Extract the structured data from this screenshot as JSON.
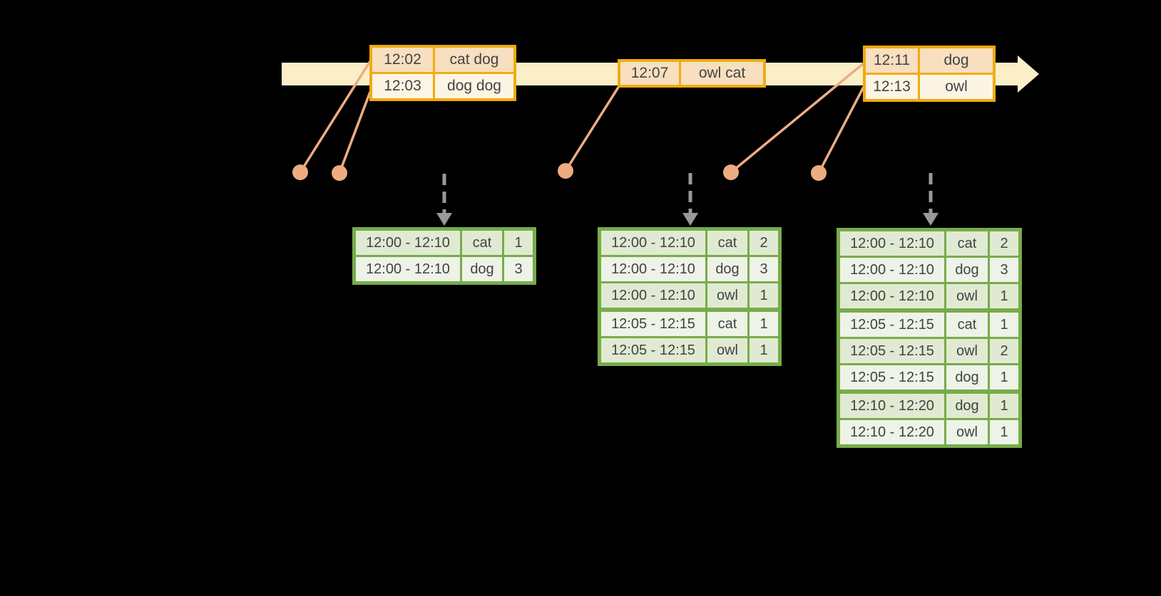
{
  "colors": {
    "timeline_band": "#FBEFC8",
    "table_border_gold": "#F1AB11",
    "row_peach": "#F8DFBF",
    "row_cream": "#FDF5E3",
    "connector": "#EEAC81",
    "trigger_arrow": "#97999B",
    "green_border": "#77AC4A",
    "green_row_dark": "#E0EAD2",
    "green_row_light": "#EEF3E8",
    "text": "#424245"
  },
  "event_tables": [
    {
      "rows": [
        {
          "time": "12:02",
          "words": "cat dog"
        },
        {
          "time": "12:03",
          "words": "dog dog"
        }
      ]
    },
    {
      "rows": [
        {
          "time": "12:07",
          "words": "owl cat"
        }
      ]
    },
    {
      "rows": [
        {
          "time": "12:11",
          "words": "dog"
        },
        {
          "time": "12:13",
          "words": "owl"
        }
      ]
    }
  ],
  "result_tables": [
    {
      "rows": [
        {
          "window": "12:00 - 12:10",
          "word": "cat",
          "count": "1"
        },
        {
          "window": "12:00 - 12:10",
          "word": "dog",
          "count": "3"
        }
      ]
    },
    {
      "rows": [
        {
          "window": "12:00 - 12:10",
          "word": "cat",
          "count": "2"
        },
        {
          "window": "12:00 - 12:10",
          "word": "dog",
          "count": "3"
        },
        {
          "window": "12:00 - 12:10",
          "word": "owl",
          "count": "1"
        },
        {
          "window": "12:05 - 12:15",
          "word": "cat",
          "count": "1"
        },
        {
          "window": "12:05 - 12:15",
          "word": "owl",
          "count": "1"
        }
      ]
    },
    {
      "rows": [
        {
          "window": "12:00 - 12:10",
          "word": "cat",
          "count": "2"
        },
        {
          "window": "12:00 - 12:10",
          "word": "dog",
          "count": "3"
        },
        {
          "window": "12:00 - 12:10",
          "word": "owl",
          "count": "1"
        },
        {
          "window": "12:05 - 12:15",
          "word": "cat",
          "count": "1"
        },
        {
          "window": "12:05 - 12:15",
          "word": "owl",
          "count": "2"
        },
        {
          "window": "12:05 - 12:15",
          "word": "dog",
          "count": "1"
        },
        {
          "window": "12:10 - 12:20",
          "word": "dog",
          "count": "1"
        },
        {
          "window": "12:10 - 12:20",
          "word": "owl",
          "count": "1"
        }
      ]
    }
  ]
}
